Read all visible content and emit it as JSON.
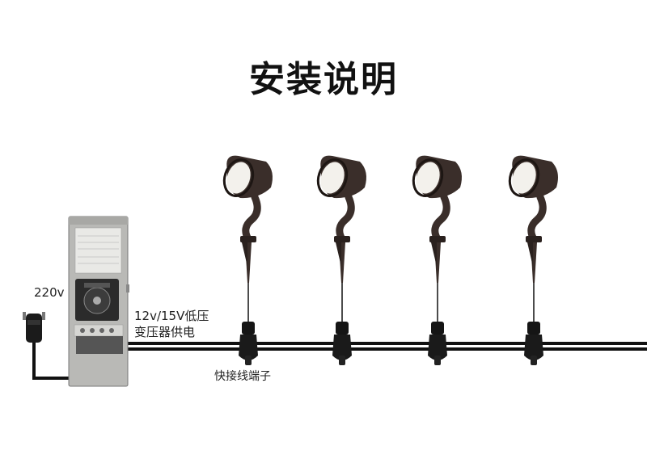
{
  "title": "安装说明",
  "labels": {
    "voltage": "220v",
    "transformer_line1": "12v/15V低压",
    "transformer_line2": "变压器供电",
    "connector": "快接线端子"
  },
  "lights": {
    "count": 4
  },
  "colors": {
    "light_body": "#3a2e2a",
    "lens": "#f3f1ec",
    "cable": "#111111",
    "transformer": "#b9b9b6"
  }
}
